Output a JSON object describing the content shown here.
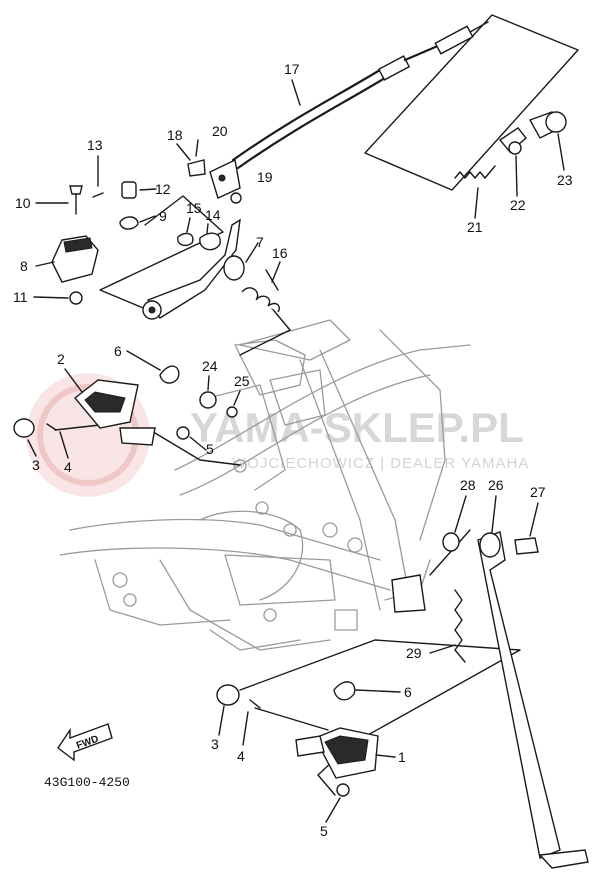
{
  "diagram": {
    "part_code": "43G100-4250",
    "fwd_label": "FWD",
    "watermark": {
      "site": "YAMA-SKLEP.PL",
      "dealer": "WOJCIECHOWICZ | DEALER YAMAHA"
    },
    "callouts": [
      {
        "id": "c-17",
        "text": "17"
      },
      {
        "id": "c-18",
        "text": "18"
      },
      {
        "id": "c-20",
        "text": "20"
      },
      {
        "id": "c-19",
        "text": "19"
      },
      {
        "id": "c-13",
        "text": "13"
      },
      {
        "id": "c-12",
        "text": "12"
      },
      {
        "id": "c-10",
        "text": "10"
      },
      {
        "id": "c-9",
        "text": "9"
      },
      {
        "id": "c-15",
        "text": "15"
      },
      {
        "id": "c-14",
        "text": "14"
      },
      {
        "id": "c-7",
        "text": "7"
      },
      {
        "id": "c-8",
        "text": "8"
      },
      {
        "id": "c-16",
        "text": "16"
      },
      {
        "id": "c-11",
        "text": "11"
      },
      {
        "id": "c-21",
        "text": "21"
      },
      {
        "id": "c-22",
        "text": "22"
      },
      {
        "id": "c-23",
        "text": "23"
      },
      {
        "id": "c-6a",
        "text": "6"
      },
      {
        "id": "c-2",
        "text": "2"
      },
      {
        "id": "c-24",
        "text": "24"
      },
      {
        "id": "c-25",
        "text": "25"
      },
      {
        "id": "c-5a",
        "text": "5"
      },
      {
        "id": "c-3a",
        "text": "3"
      },
      {
        "id": "c-4a",
        "text": "4"
      },
      {
        "id": "c-28",
        "text": "28"
      },
      {
        "id": "c-26",
        "text": "26"
      },
      {
        "id": "c-27",
        "text": "27"
      },
      {
        "id": "c-29",
        "text": "29"
      },
      {
        "id": "c-6b",
        "text": "6"
      },
      {
        "id": "c-3b",
        "text": "3"
      },
      {
        "id": "c-4b",
        "text": "4"
      },
      {
        "id": "c-1",
        "text": "1"
      },
      {
        "id": "c-5b",
        "text": "5"
      }
    ]
  }
}
